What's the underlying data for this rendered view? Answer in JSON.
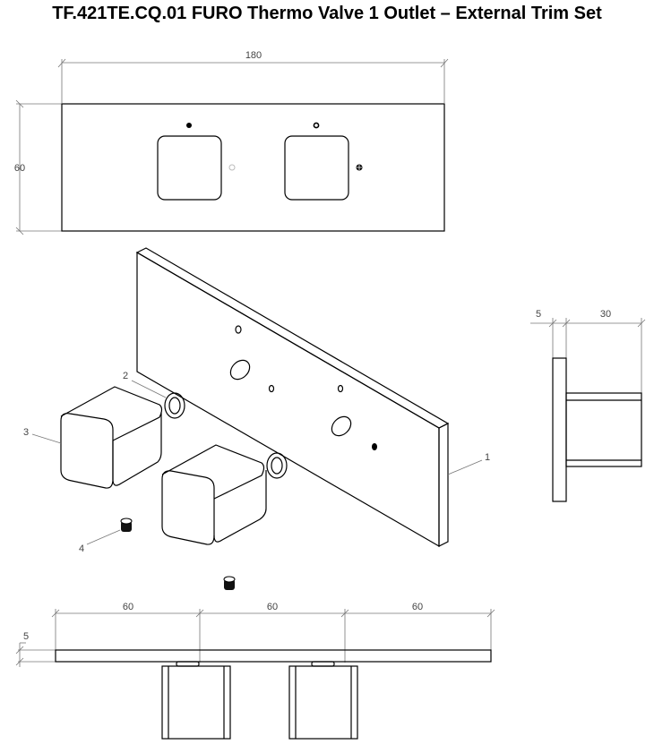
{
  "title": "TF.421TE.CQ.01 FURO Thermo Valve 1 Outlet – External Trim Set",
  "front_view": {
    "width_dim": "180",
    "height_dim": "60"
  },
  "side_view": {
    "plate_dim": "5",
    "handle_dim": "30"
  },
  "top_view": {
    "spacing_dims": [
      "60",
      "60",
      "60"
    ],
    "thickness_dim": "5"
  },
  "isometric": {
    "callouts": [
      "1",
      "2",
      "3",
      "4"
    ]
  }
}
